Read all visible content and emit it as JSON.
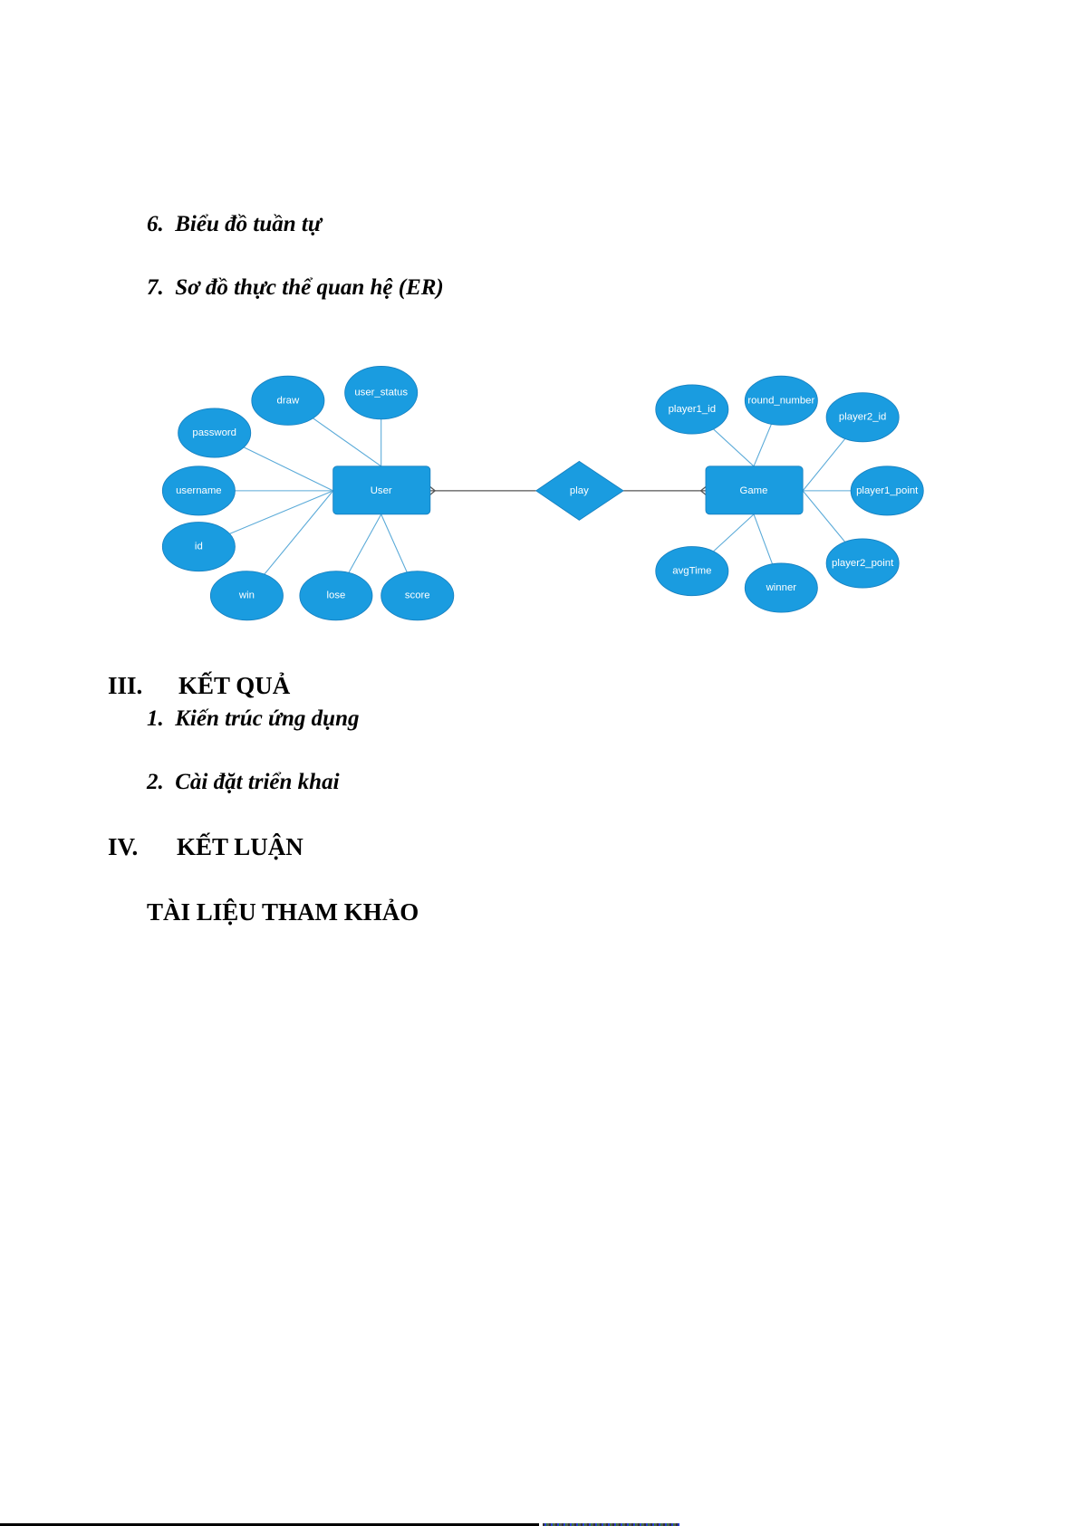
{
  "sections": {
    "s6": {
      "num": "6.",
      "title": "Biểu đồ tuần tự"
    },
    "s7": {
      "num": "7.",
      "title": "Sơ đồ thực thể quan hệ (ER)"
    },
    "s3": {
      "num": "III.",
      "title": "KẾT QUẢ"
    },
    "s3_1": {
      "num": "1.",
      "title": "Kiến trúc ứng dụng"
    },
    "s3_2": {
      "num": "2.",
      "title": "Cài đặt triển khai"
    },
    "s4": {
      "num": "IV.",
      "title": "KẾT LUẬN"
    },
    "refs": {
      "title": "TÀI LIỆU THAM KHẢO"
    }
  },
  "er_diagram": {
    "colors": {
      "fill": "#1a9ce0",
      "edge": "#5aaad8",
      "link": "#555555"
    },
    "entities": {
      "user": "User",
      "game": "Game"
    },
    "relationship": "play",
    "user_attributes": {
      "draw": "draw",
      "user_status": "user_status",
      "password": "password",
      "username": "username",
      "id": "id",
      "win": "win",
      "lose": "lose",
      "score": "score"
    },
    "game_attributes": {
      "player1_id": "player1_id",
      "round_number": "round_number",
      "player2_id": "player2_id",
      "player1_point": "player1_point",
      "player2_point": "player2_point",
      "winner": "winner",
      "avgTime": "avgTime"
    }
  }
}
